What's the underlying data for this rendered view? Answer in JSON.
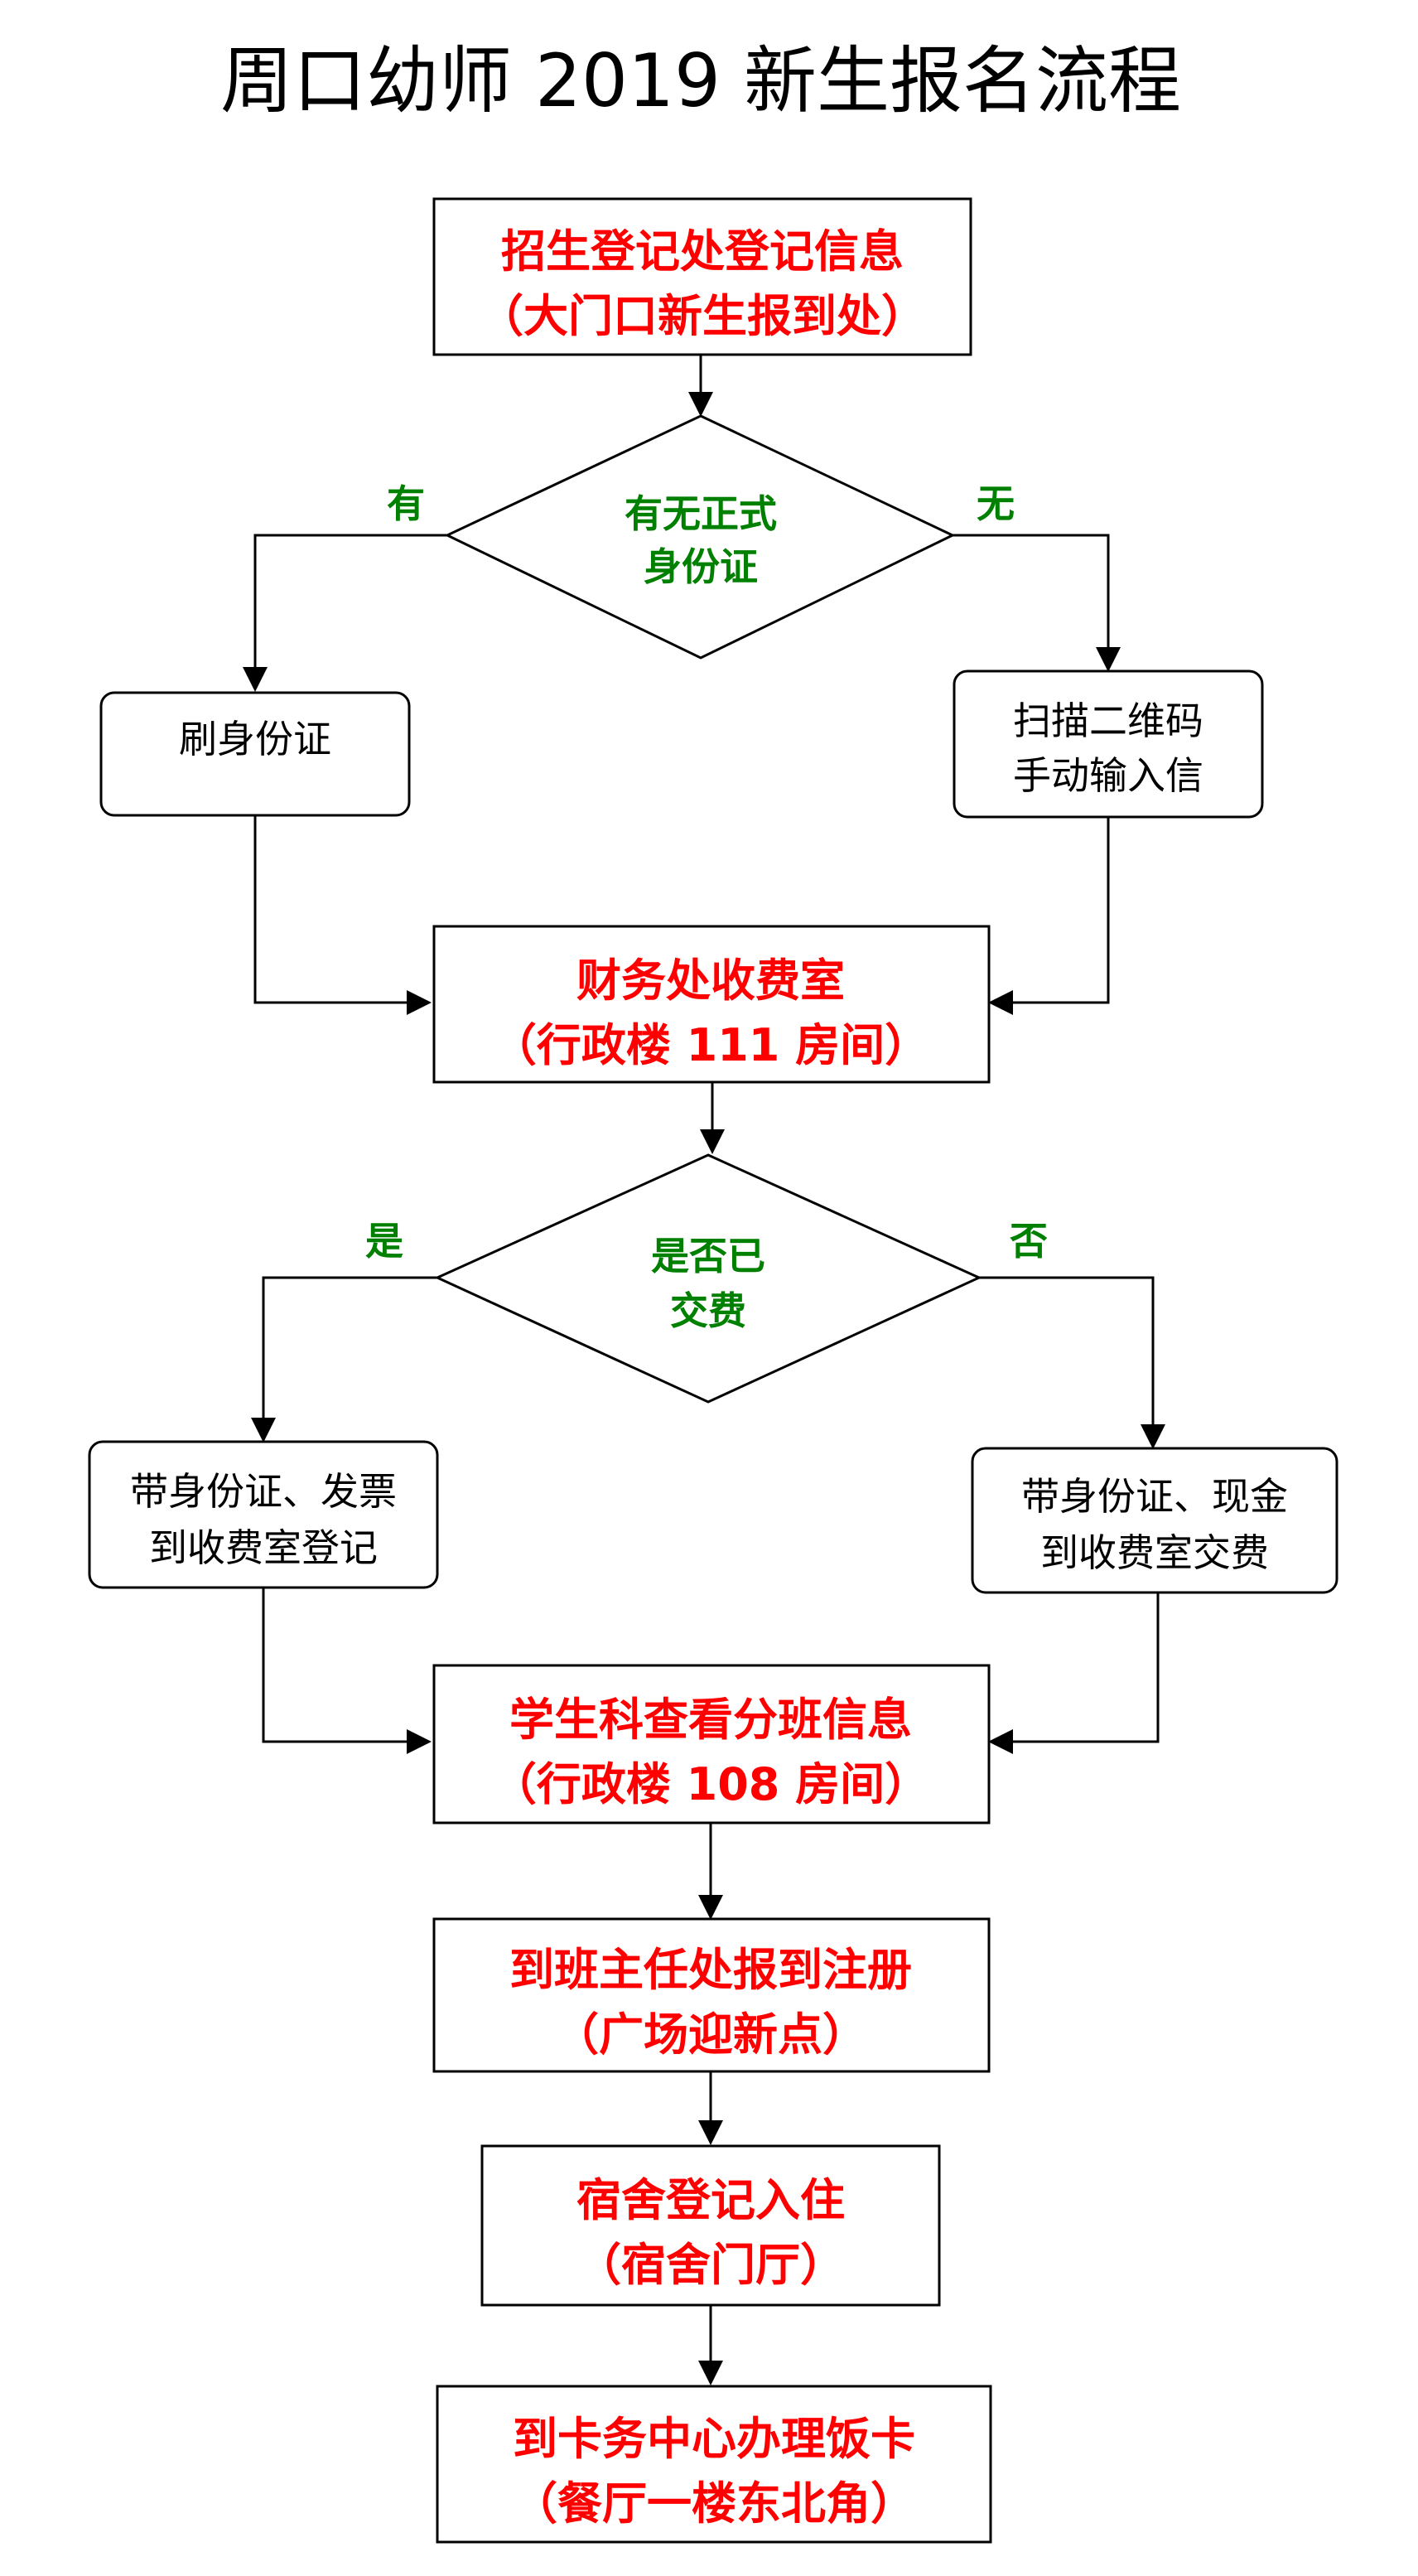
{
  "title": "周口幼师 2019 新生报名流程",
  "colors": {
    "emphasis": "#ff0000",
    "decision": "#008000",
    "normal": "#000000",
    "stroke": "#000000"
  },
  "steps": {
    "registration": {
      "line1": "招生登记处登记信息",
      "line2": "（大门口新生报到处）"
    },
    "id_check": {
      "line1": "有无正式",
      "line2": "身份证",
      "yes_label": "有",
      "no_label": "无"
    },
    "swipe_id": {
      "line1": "刷身份证"
    },
    "scan_qr": {
      "line1": "扫描二维码",
      "line2": "手动输入信"
    },
    "finance": {
      "line1": "财务处收费室",
      "line2": "（行政楼 111 房间）"
    },
    "paid_check": {
      "line1": "是否已",
      "line2": "交费",
      "yes_label": "是",
      "no_label": "否"
    },
    "paid_yes": {
      "line1": "带身份证、发票",
      "line2": "到收费室登记"
    },
    "paid_no": {
      "line1": "带身份证、现金",
      "line2": "到收费室交费"
    },
    "student_affairs": {
      "line1": "学生科查看分班信息",
      "line2": "（行政楼 108 房间）"
    },
    "class_teacher": {
      "line1": "到班主任处报到注册",
      "line2": "（广场迎新点）"
    },
    "dormitory": {
      "line1": "宿舍登记入住",
      "line2": "（宿舍门厅）"
    },
    "meal_card": {
      "line1": "到卡务中心办理饭卡",
      "line2": "（餐厅一楼东北角）"
    }
  }
}
